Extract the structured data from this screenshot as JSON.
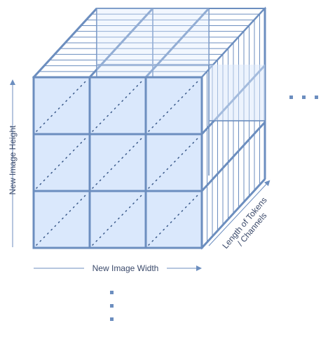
{
  "labels": {
    "height_axis": "New Image Height",
    "width_axis": "New Image Width",
    "depth_axis_line1": "Length of Tokens",
    "depth_axis_line2": "/ Channels"
  },
  "grid": {
    "rows": 3,
    "cols": 3
  },
  "colors": {
    "stroke": "#6c8ebf",
    "fill": "#dae8fc",
    "text": "#3b4a6b",
    "background": "#ffffff"
  }
}
